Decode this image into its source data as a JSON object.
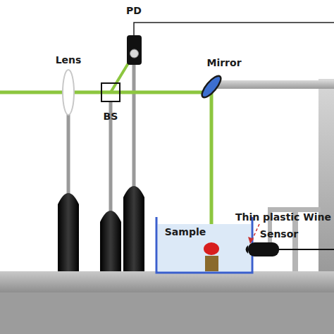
{
  "diagram": {
    "labels": [
      "PD",
      "Lens",
      "BS",
      "Mirror",
      "Thin plastic Wine",
      "Sample",
      "Sensor"
    ]
  }
}
